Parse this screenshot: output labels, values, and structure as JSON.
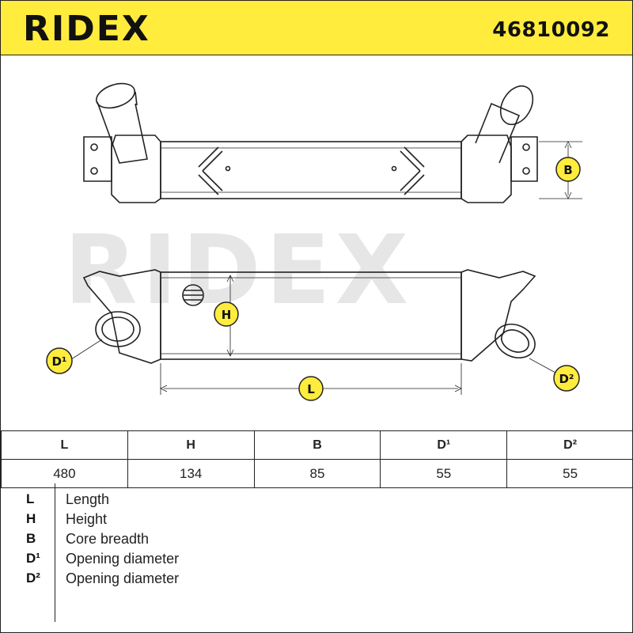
{
  "header": {
    "brand": "RIDEX",
    "part_number": "46810092"
  },
  "watermark": "RIDEX",
  "callouts": {
    "B": "B",
    "H": "H",
    "L": "L",
    "D1": "D¹",
    "D2": "D²"
  },
  "colors": {
    "header_bg": "#ffec3d",
    "callout_fill": "#ffec3d",
    "line": "#222222",
    "watermark": "#e6e6e6"
  },
  "specs": {
    "headers": [
      "L",
      "H",
      "B",
      "D¹",
      "D²"
    ],
    "values": [
      "480",
      "134",
      "85",
      "55",
      "55"
    ]
  },
  "legend": [
    {
      "key": "L",
      "label": "Length"
    },
    {
      "key": "H",
      "label": "Height"
    },
    {
      "key": "B",
      "label": "Core breadth"
    },
    {
      "key": "D¹",
      "label": "Opening diameter"
    },
    {
      "key": "D²",
      "label": "Opening diameter"
    }
  ]
}
